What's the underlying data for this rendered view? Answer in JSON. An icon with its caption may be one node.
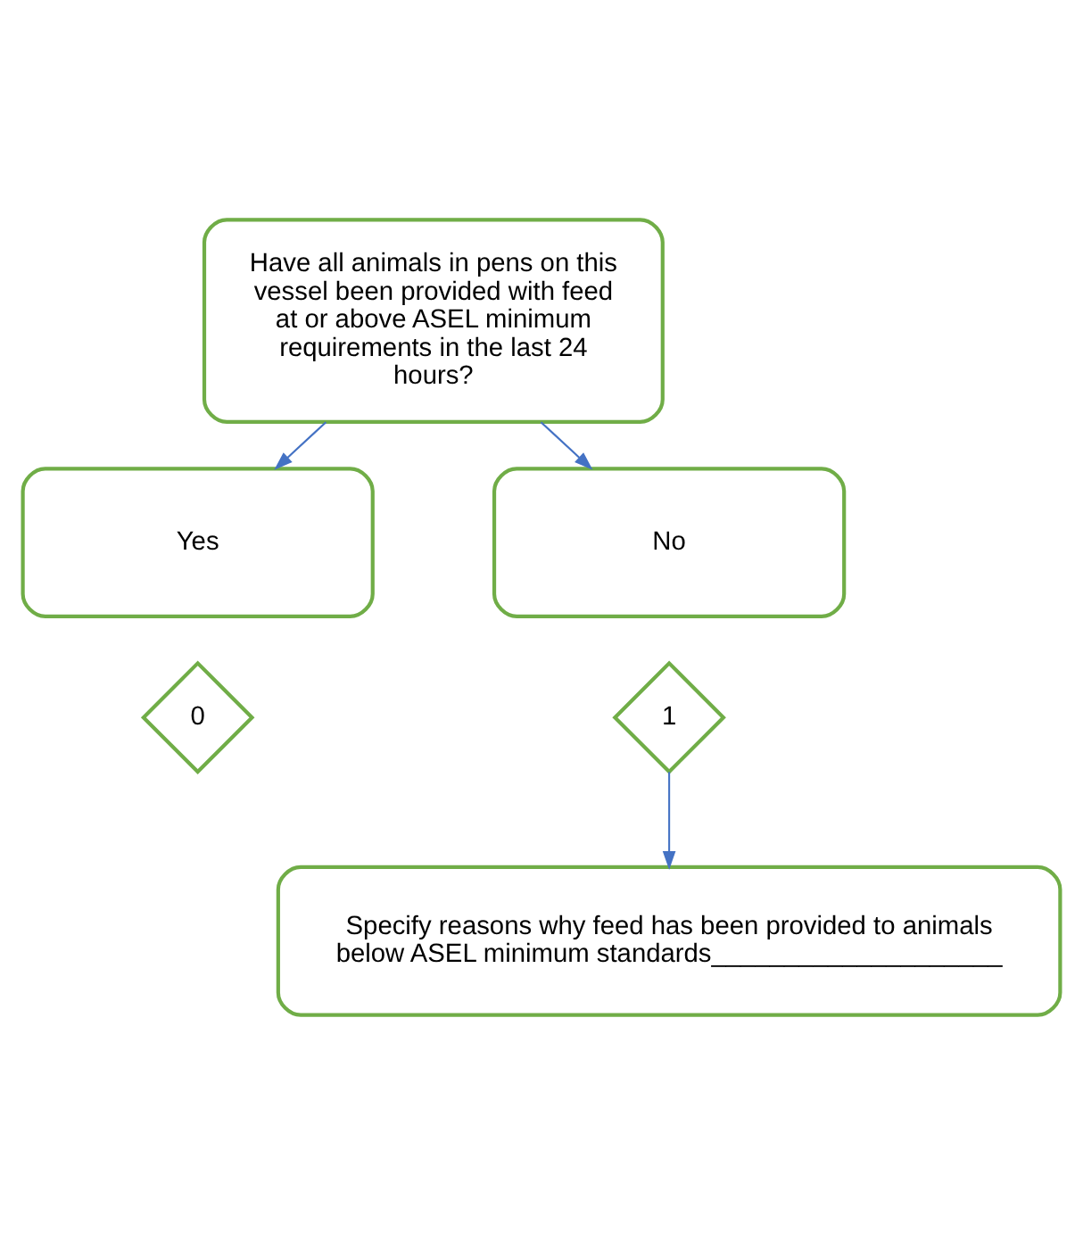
{
  "diagram": {
    "nodes": [
      {
        "text": [
          "Have all animals in pens on this vessel been provided with feed at or above ASEL minimum requirements in the last 24 hours?"
        ]
      },
      {
        "text": [
          "Yes"
        ]
      },
      {
        "text": [
          "No"
        ]
      },
      {
        "text": [
          "0"
        ]
      },
      {
        "text": [
          "1"
        ]
      },
      {
        "text": [
          "Specify reasons why feed has been provided to animals below ASEL minimum standards____________________"
        ]
      }
    ],
    "edges": [
      {
        "from": 0,
        "to": 1,
        "arrow": "to"
      },
      {
        "from": 0,
        "to": 2,
        "arrow": "to"
      },
      {
        "from": 4,
        "to": 5,
        "arrow": "to"
      }
    ]
  }
}
